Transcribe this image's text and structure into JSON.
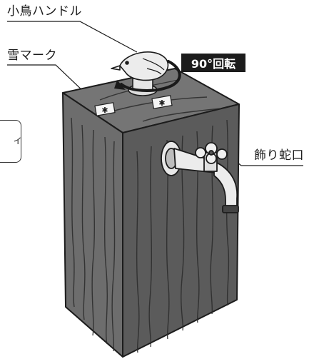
{
  "labels": {
    "bird_handle": "小鳥ハンドル",
    "snow_mark": "雪マーク",
    "rotation": "90°回転",
    "decorative_faucet": "飾り蛇口",
    "side_box_fragment": "ィ"
  },
  "colors": {
    "wood_front": "#6d6d6d",
    "wood_side": "#5b5b5b",
    "wood_top": "#757575",
    "grain": "#2a2a2a",
    "metal": "#ececec",
    "badge": "#1c1c1c"
  }
}
